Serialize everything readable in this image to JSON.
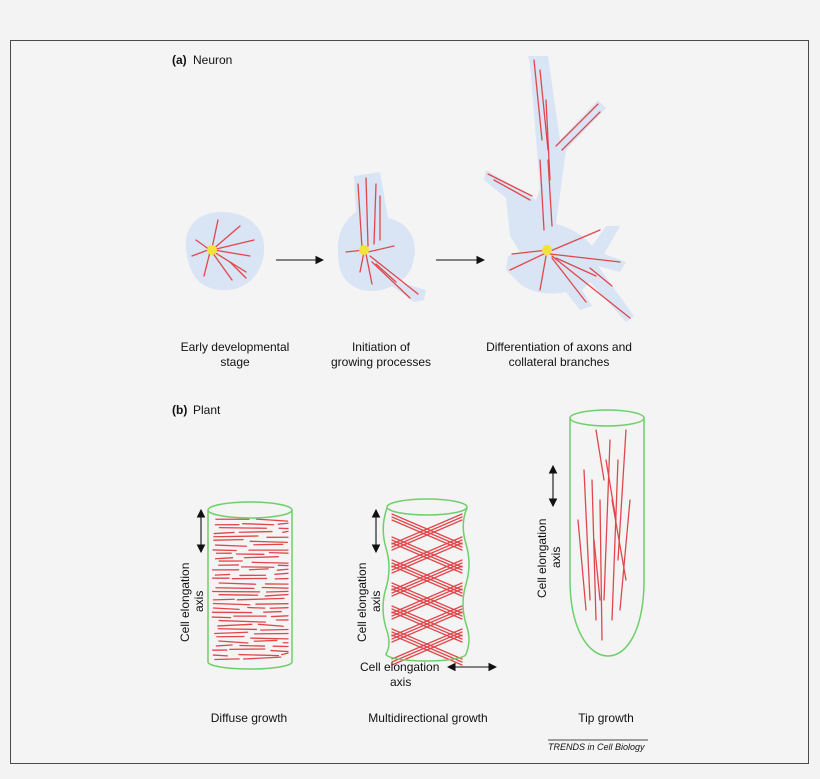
{
  "panel_a": {
    "letter": "(a)",
    "title": "Neuron",
    "stages": [
      {
        "line1": "Early developmental",
        "line2": "stage"
      },
      {
        "line1": "Initiation of",
        "line2": "growing processes"
      },
      {
        "line1": "Differentiation of axons and",
        "line2": "collateral branches"
      }
    ]
  },
  "panel_b": {
    "letter": "(b)",
    "title": "Plant",
    "axis_label": {
      "line1": "Cell elongation",
      "line2": "axis"
    },
    "growth_types": [
      "Diffuse growth",
      "Multidirectional growth",
      "Tip growth"
    ]
  },
  "credit": "TRENDS in Cell Biology",
  "colors": {
    "microtubule": "#e0474c",
    "cytoplasm": "#d9e4f5",
    "cell_wall": "#6fcf6a",
    "centrosome": "#f2e23a"
  }
}
